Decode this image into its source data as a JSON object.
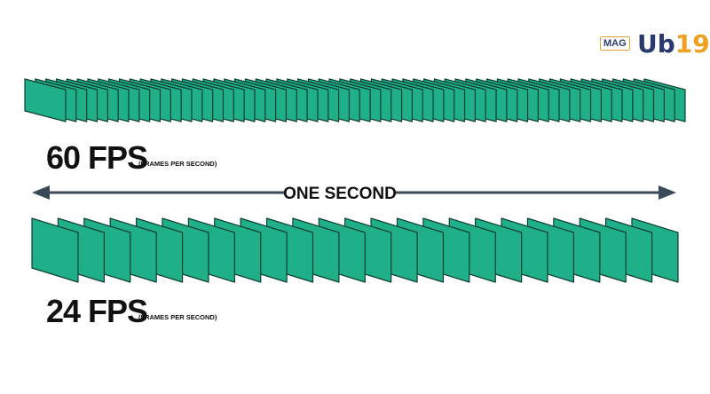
{
  "logo": {
    "badge": "MAG",
    "brand_main": "Ub",
    "brand_accent": "19"
  },
  "rows": [
    {
      "label": "60 FPS",
      "sublabel": "(FRAMES PER SECOND)",
      "frames": 60
    },
    {
      "label": "24 FPS",
      "sublabel": "(FRAMES PER SECOND)",
      "frames": 24
    }
  ],
  "timeline": {
    "label": "ONE SECOND"
  },
  "colors": {
    "frame_fill": "#1fb08a",
    "frame_stroke": "#0e3d30",
    "arrow": "#3a4a58",
    "text": "#111111"
  }
}
